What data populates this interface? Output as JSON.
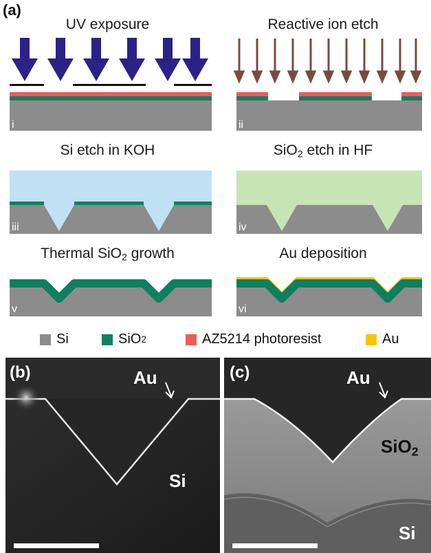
{
  "panel_a": {
    "label": "(a)",
    "steps": [
      {
        "title": "UV exposure",
        "num": "i"
      },
      {
        "title": "Reactive ion etch",
        "num": "ii"
      },
      {
        "title_pre": "Si etch in KOH",
        "title_sub": "",
        "title_post": "",
        "num": "iii"
      },
      {
        "title_pre": "SiO",
        "title_sub": "2",
        "title_post": " etch in HF",
        "num": "iv"
      },
      {
        "title_pre": "Thermal SiO",
        "title_sub": "2",
        "title_post": " growth",
        "num": "v"
      },
      {
        "title_pre": "Au deposition",
        "title_sub": "",
        "title_post": "",
        "num": "vi"
      }
    ]
  },
  "legend": {
    "items": [
      {
        "label_pre": "Si",
        "label_sub": "",
        "color": "#8c8c8c"
      },
      {
        "label_pre": "SiO",
        "label_sub": "2",
        "color": "#0e7f5f"
      },
      {
        "label_pre": "AZ5214 photoresist",
        "label_sub": "",
        "color": "#ef5a5a"
      },
      {
        "label_pre": "Au",
        "label_sub": "",
        "color": "#f7c600"
      }
    ]
  },
  "panel_b": {
    "label": "(b)",
    "au": "Au",
    "si": "Si"
  },
  "panel_c": {
    "label": "(c)",
    "au": "Au",
    "sio2_pre": "SiO",
    "sio2_sub": "2",
    "si": "Si"
  },
  "colors": {
    "si": "#8c8c8c",
    "sio2": "#0e7f5f",
    "resist": "#ef5a5a",
    "au": "#f7c600",
    "uv_arrow": "#2c2286",
    "rie_arrow": "#7a4a40",
    "koh": "#bfe1f3",
    "hf": "#c7e4b4"
  }
}
